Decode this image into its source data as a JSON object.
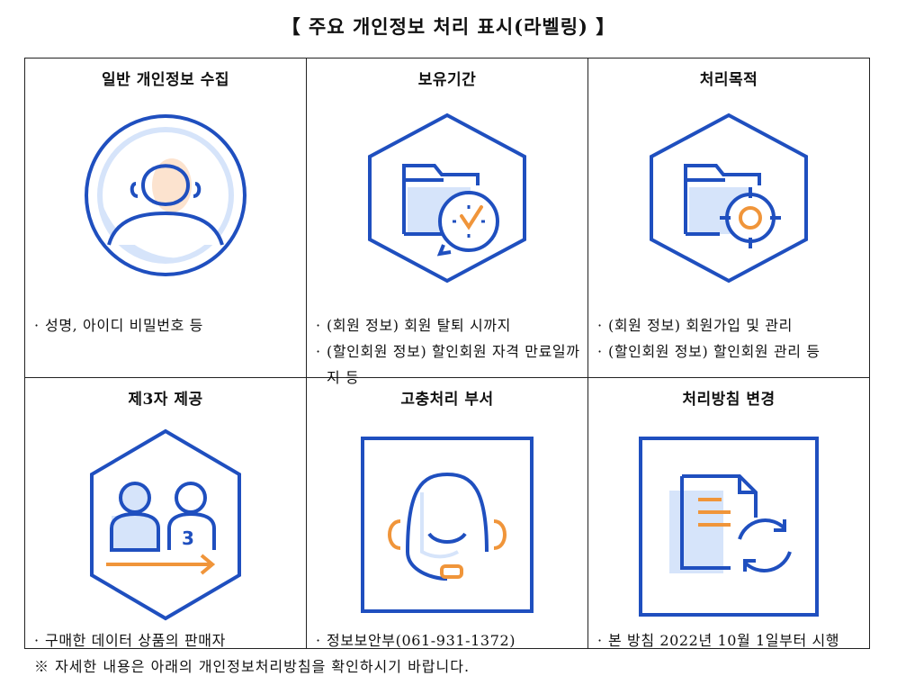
{
  "title": "【 주요 개인정보 처리 표시(라벨링) 】",
  "colors": {
    "primary_blue": "#1F4FBF",
    "light_blue": "#D6E4FA",
    "accent_orange": "#F0953A",
    "peach": "#FCE3CF"
  },
  "cells": [
    {
      "title": "일반 개인정보 수집",
      "icon": "user-profile-icon",
      "items": [
        "성명, 아이디 비밀번호 등"
      ]
    },
    {
      "title": "보유기간",
      "icon": "folder-clock-icon",
      "items": [
        "(회원 정보) 회원 탈퇴 시까지",
        "(할인회원 정보) 할인회원 자격 만료일까지 등"
      ]
    },
    {
      "title": "처리목적",
      "icon": "folder-target-icon",
      "items": [
        "(회원 정보) 회원가입 및 관리",
        "(할인회원 정보) 할인회원 관리 등"
      ]
    },
    {
      "title": "제3자 제공",
      "icon": "third-party-transfer-icon",
      "items": [
        "구매한 데이터 상품의 판매자"
      ]
    },
    {
      "title": "고충처리 부서",
      "icon": "headset-support-icon",
      "items": [
        "정보보안부(061-931-1372)"
      ]
    },
    {
      "title": "처리방침 변경",
      "icon": "document-refresh-icon",
      "items": [
        "본 방침 2022년 10월 1일부터 시행"
      ]
    }
  ],
  "icon_glyph_text": "3",
  "bullet": "·",
  "footnote": "※ 자세한 내용은 아래의 개인정보처리방침을 확인하시기 바랍니다."
}
